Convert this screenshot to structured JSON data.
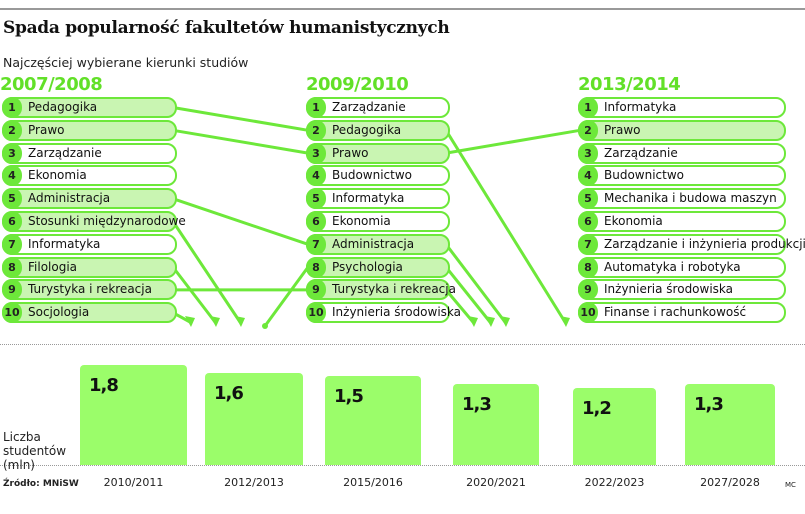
{
  "title": "Spada popularność fakultetów humanistycznych",
  "subtitle": "Najczęściej wybierane kierunki studiów",
  "rankings": [
    {
      "year": "2007/2008",
      "items": [
        "Pedagogika",
        "Prawo",
        "Zarządzanie",
        "Ekonomia",
        "Administracja",
        "Stosunki międzynarodowe",
        "Informatyka",
        "Filologia",
        "Turystyka i rekreacja",
        "Socjologia"
      ],
      "highlighted": [
        1,
        2,
        5,
        6,
        8,
        9,
        10
      ]
    },
    {
      "year": "2009/2010",
      "items": [
        "Zarządzanie",
        "Pedagogika",
        "Prawo",
        "Budownictwo",
        "Informatyka",
        "Ekonomia",
        "Administracja",
        "Psychologia",
        "Turystyka i rekreacja",
        "Inżynieria środowiska"
      ],
      "highlighted": [
        2,
        3,
        7,
        8,
        9
      ]
    },
    {
      "year": "2013/2014",
      "items": [
        "Informatyka",
        "Prawo",
        "Zarządzanie",
        "Budownictwo",
        "Mechanika i budowa maszyn",
        "Ekonomia",
        "Zarządzanie i inżynieria produkcji",
        "Automatyka i robotyka",
        "Inżynieria środowiska",
        "Finanse i rachunkowość"
      ],
      "highlighted": [
        2
      ]
    }
  ],
  "links": [
    {
      "from": [
        0,
        1
      ],
      "to": [
        1,
        2
      ]
    },
    {
      "from": [
        0,
        2
      ],
      "to": [
        1,
        3
      ]
    },
    {
      "from": [
        0,
        5
      ],
      "to": [
        1,
        7
      ]
    },
    {
      "from": [
        0,
        9
      ],
      "to": [
        1,
        9
      ]
    },
    {
      "from": [
        0,
        6
      ],
      "drop": true
    },
    {
      "from": [
        0,
        8
      ],
      "drop": true
    },
    {
      "from": [
        0,
        10
      ],
      "drop": true
    },
    {
      "entry": [
        1,
        8
      ]
    },
    {
      "from": [
        1,
        3
      ],
      "to": [
        2,
        2
      ]
    },
    {
      "from": [
        1,
        2
      ],
      "drop": true
    },
    {
      "from": [
        1,
        7
      ],
      "drop": true
    },
    {
      "from": [
        1,
        8
      ],
      "drop": true
    },
    {
      "from": [
        1,
        9
      ],
      "drop": true
    }
  ],
  "chart_data": {
    "type": "bar",
    "title": "Liczba studentów (mln)",
    "ylabel": "Liczba studentów (mln)",
    "categories": [
      "2010/2011",
      "2012/2013",
      "2015/2016",
      "2020/2021",
      "2022/2023",
      "2027/2028"
    ],
    "values": [
      1.8,
      1.6,
      1.5,
      1.3,
      1.2,
      1.3
    ],
    "value_labels": [
      "1,8",
      "1,6",
      "1,5",
      "1,3",
      "1,2",
      "1,3"
    ]
  },
  "footer": {
    "source": "Źródło: MNiSW",
    "credit": "MC"
  },
  "colors": {
    "accent": "#6de83a",
    "highlight": "#c9f5b2",
    "bar": "#9bfd6a",
    "year": "#62e028"
  }
}
